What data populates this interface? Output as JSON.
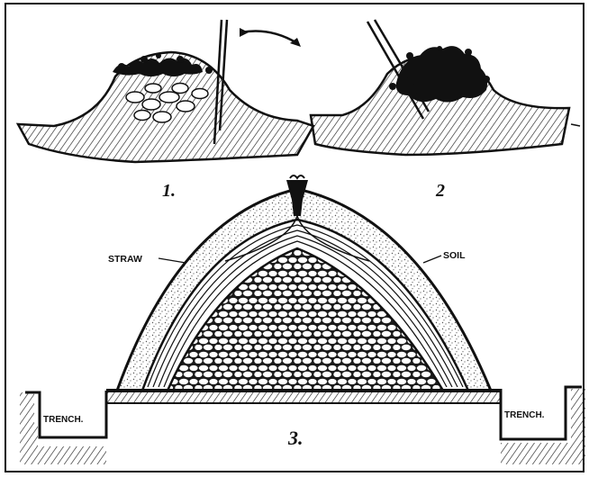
{
  "figure_numbers": {
    "fig1": "1.",
    "fig2": "2",
    "fig3": "3."
  },
  "labels": {
    "straw": "STRAW",
    "soil": "SOIL",
    "trench_left": "TRENCH.",
    "trench_right": "TRENCH."
  },
  "colors": {
    "ink": "#111111",
    "paper": "#ffffff",
    "soil_speckle": "#555555"
  }
}
